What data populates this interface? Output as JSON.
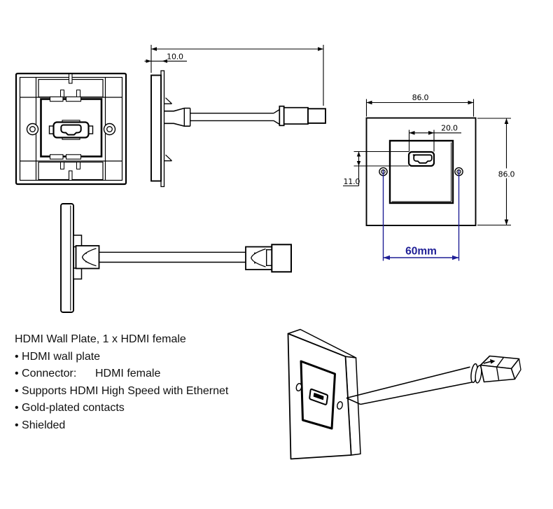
{
  "description": {
    "title": "HDMI Wall Plate, 1 x HDMI female",
    "bullets": [
      "• HDMI wall plate",
      "• Connector:      HDMI female",
      "• Supports HDMI High Speed with Ethernet",
      "• Gold-plated contacts",
      "• Shielded"
    ]
  },
  "dimensions": {
    "plate_thickness": "10.0",
    "plate_width": "86.0",
    "plate_height": "86.0",
    "port_cutout_width": "20.0",
    "port_cutout_height": "11.0",
    "screw_hole_spacing": "60mm"
  },
  "colors": {
    "line": "#000000",
    "dimension_highlight": "#1f1f96",
    "background": "#ffffff"
  }
}
